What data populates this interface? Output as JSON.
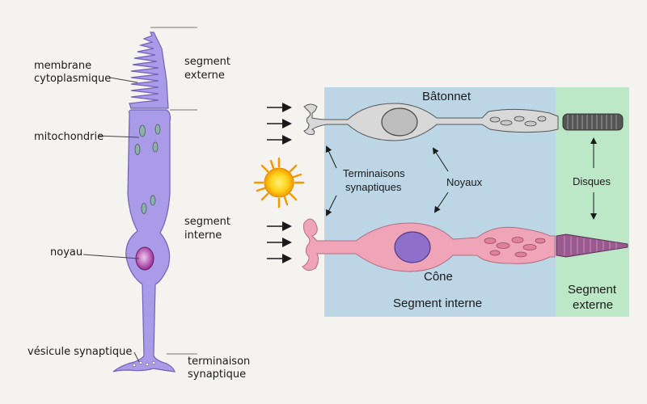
{
  "left_diagram": {
    "labels": {
      "membrane_line1": "membrane",
      "membrane_line2": "cytoplasmique",
      "segment_externe_line1": "segment",
      "segment_externe_line2": "externe",
      "mitochondrie": "mitochondrie",
      "segment_interne_line1": "segment",
      "segment_interne_line2": "interne",
      "noyau": "noyau",
      "vesicule": "vésicule synaptique",
      "terminaison_line1": "terminaison",
      "terminaison_line2": "synaptique"
    }
  },
  "right_diagram": {
    "labels": {
      "batonnet": "Bâtonnet",
      "terminaisons_line1": "Terminaisons",
      "terminaisons_line2": "synaptiques",
      "noyaux": "Noyaux",
      "disques": "Disques",
      "cone": "Cône",
      "segment_interne": "Segment interne",
      "segment_externe_line1": "Segment",
      "segment_externe_line2": "externe"
    }
  },
  "colors": {
    "left_cell": "#a99be8",
    "left_cell_stroke": "#6f63b8",
    "inner_panel": "#bcd6e6",
    "outer_panel": "#bde8c8",
    "cone_body": "#f0a4b8",
    "rod_body": "#d4d4d4",
    "sun": "#f5b400"
  }
}
